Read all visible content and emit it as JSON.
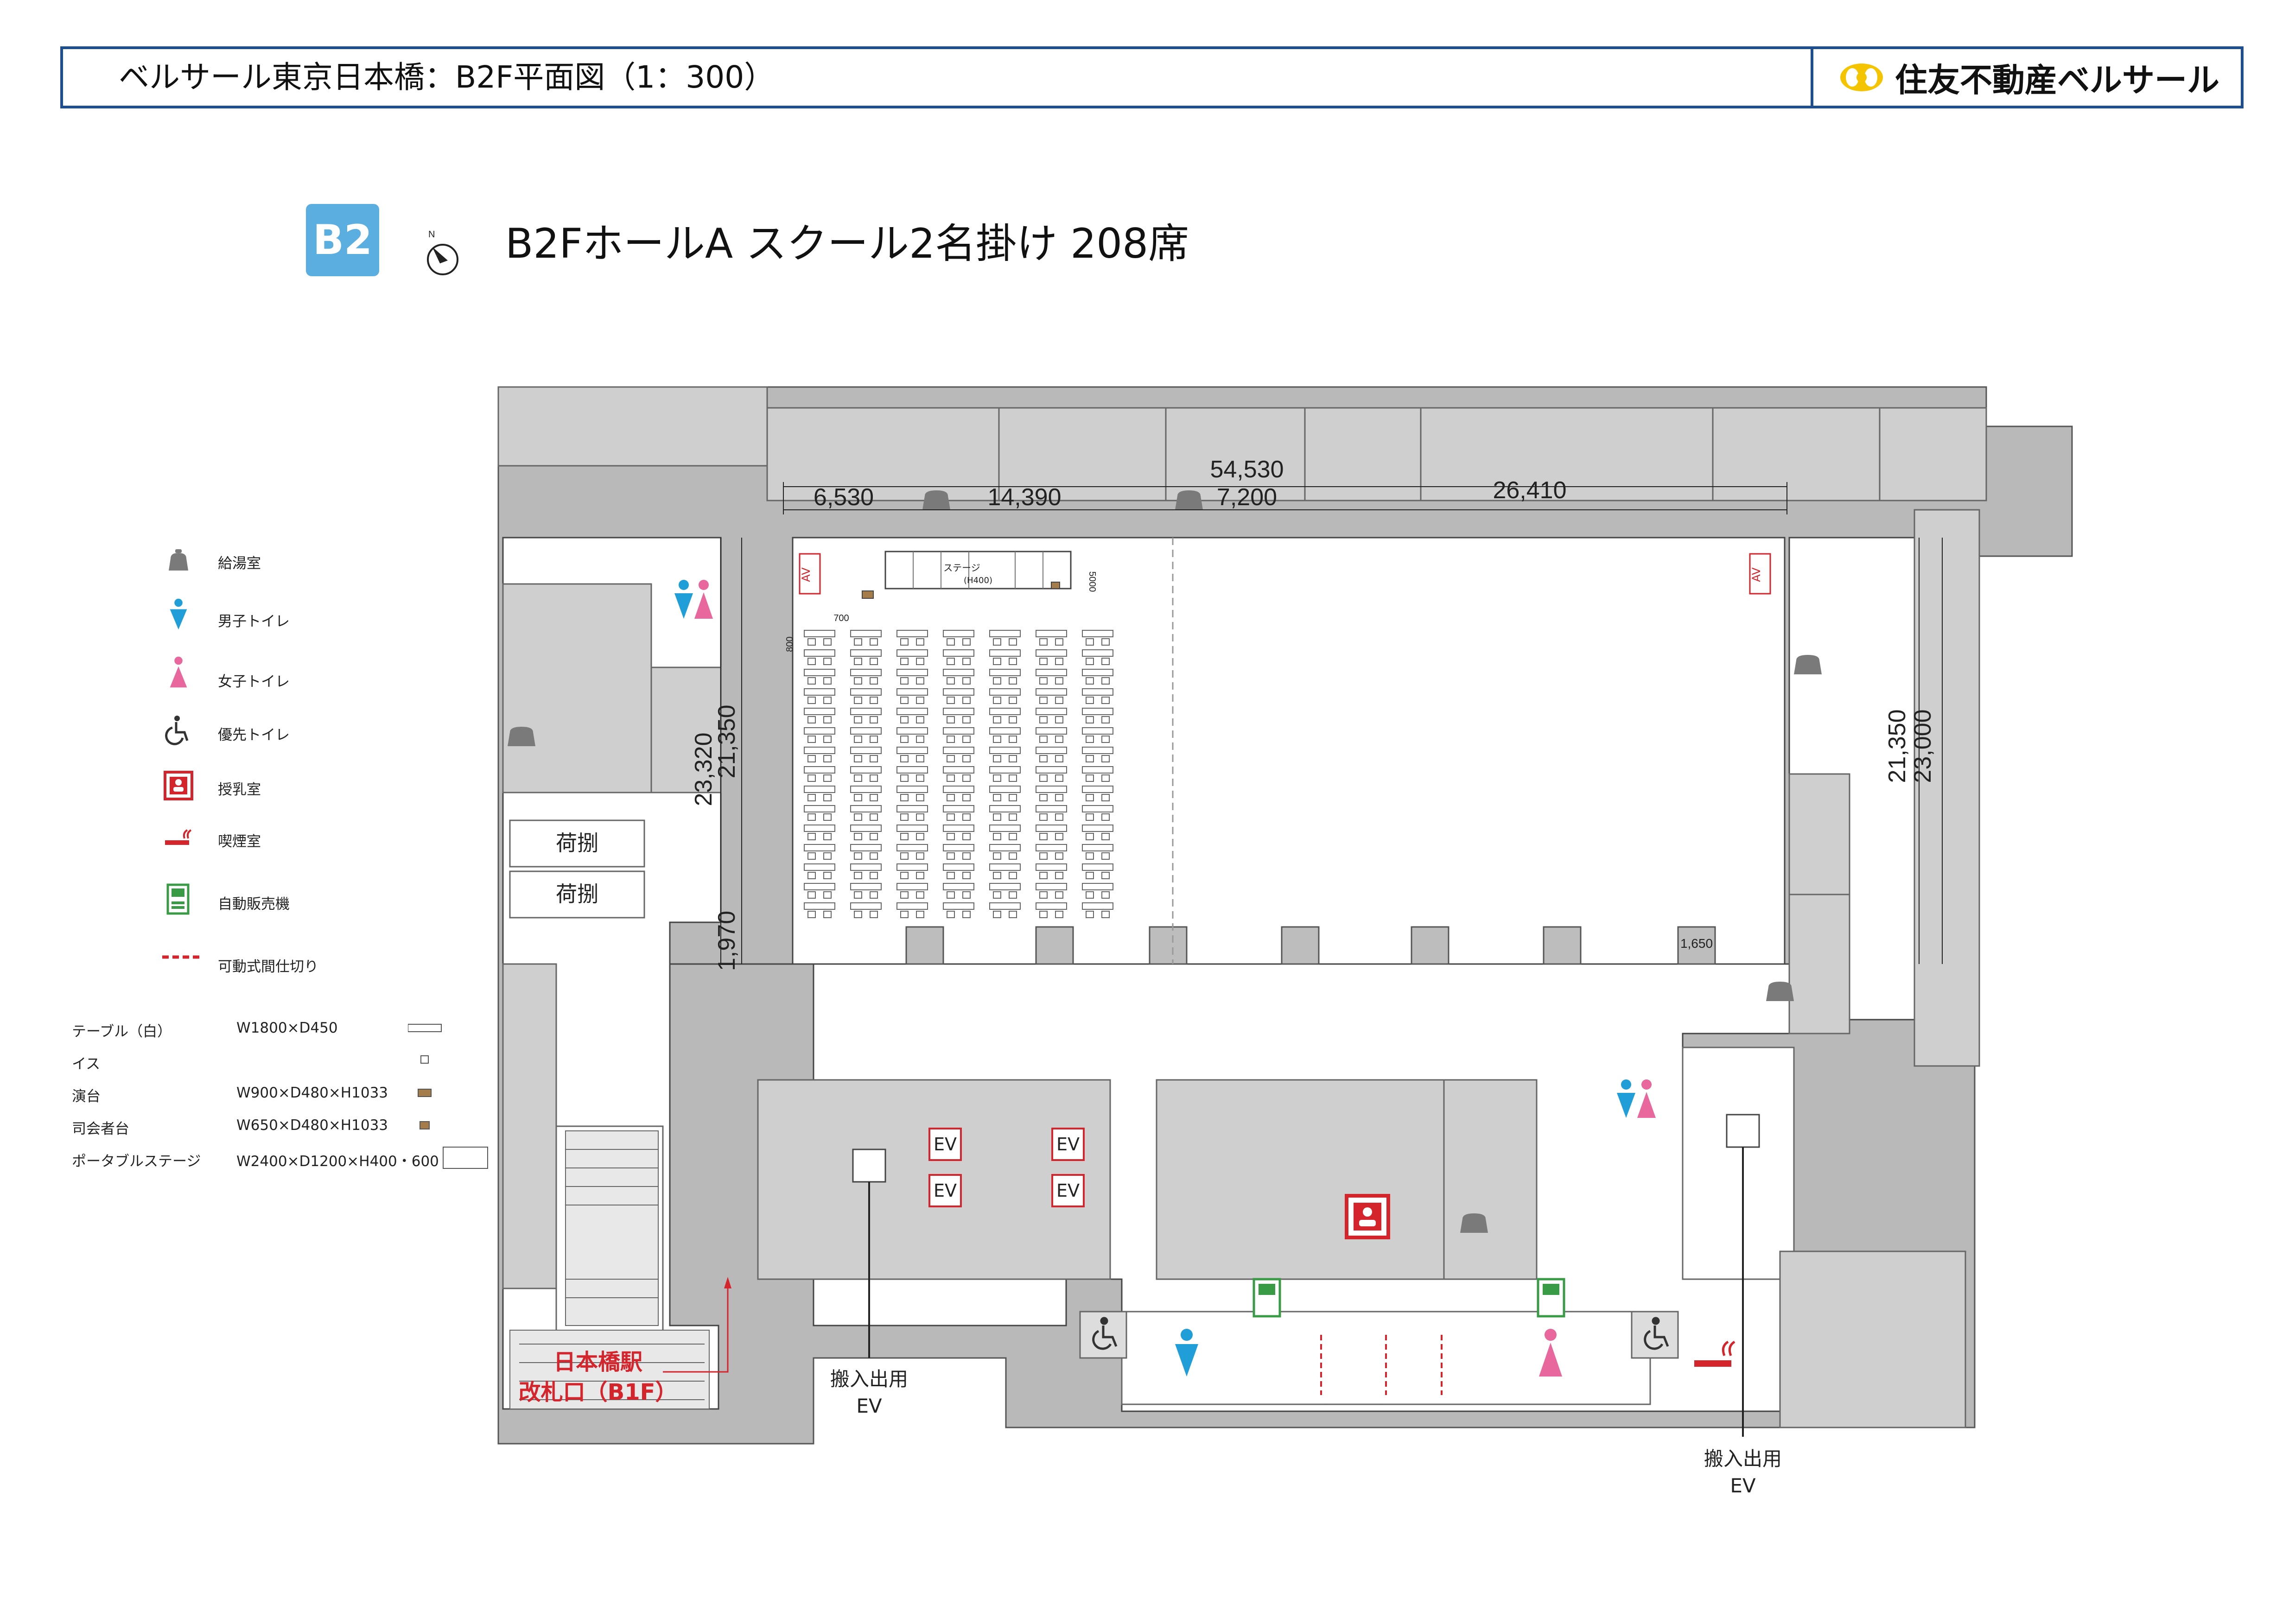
{
  "header": {
    "title": "ベルサール東京日本橋：B2F平面図（1：300）",
    "brand": "住友不動産ベルサール",
    "brand_color": "#f5c400",
    "border_color": "#1f4e8c"
  },
  "floor": {
    "badge": "B2",
    "badge_color": "#5aaee0",
    "compass_label": "N",
    "title": "B2FホールA スクール2名掛け 208席"
  },
  "legend": [
    {
      "icon": "kettle-icon",
      "label": "給湯室"
    },
    {
      "icon": "male-toilet-icon",
      "label": "男子トイレ"
    },
    {
      "icon": "female-toilet-icon",
      "label": "女子トイレ"
    },
    {
      "icon": "wheelchair-icon",
      "label": "優先トイレ"
    },
    {
      "icon": "nursing-room-icon",
      "label": "授乳室"
    },
    {
      "icon": "smoking-icon",
      "label": "喫煙室"
    },
    {
      "icon": "vending-machine-icon",
      "label": "自動販売機"
    },
    {
      "icon": "movable-partition-icon",
      "label": "可動式間仕切り"
    }
  ],
  "specs": [
    {
      "name": "テーブル（白）",
      "size": "W1800×D450"
    },
    {
      "name": "イス",
      "size": ""
    },
    {
      "name": "演台",
      "size": "W900×D480×H1033"
    },
    {
      "name": "司会者台",
      "size": "W650×D480×H1033"
    },
    {
      "name": "ポータブルステージ",
      "size": "W2400×D1200×H400・600"
    }
  ],
  "dimensions": {
    "total_width": "54,530",
    "seg1": "6,530",
    "seg2": "14,390",
    "seg3": "7,200",
    "seg4": "26,410",
    "left_outer": "23,320",
    "left_inner": "21,350",
    "left_lower": "1,970",
    "right_inner": "21,350",
    "right_outer": "23,000",
    "right_small": "1,650",
    "small_700": "700",
    "small_800": "800",
    "small_5000": "5000"
  },
  "plan_labels": {
    "stage": "ステージ",
    "stage_height": "(H400)",
    "av": "AV",
    "ev": "EV",
    "loading1": "荷捌",
    "loading2": "荷捌",
    "station_line1": "日本橋駅",
    "station_line2": "改札口（B1F）",
    "cargo_ev_line1": "搬入出用",
    "cargo_ev_line2": "EV"
  },
  "colors": {
    "wall_gray": "#b9b9b9",
    "room_gray": "#cfcfcf",
    "av_red": "#d4242c",
    "male_blue": "#1f9ed8",
    "female_pink": "#e8679c",
    "vending_green": "#3a9b47",
    "partition_red": "#d4242c"
  }
}
